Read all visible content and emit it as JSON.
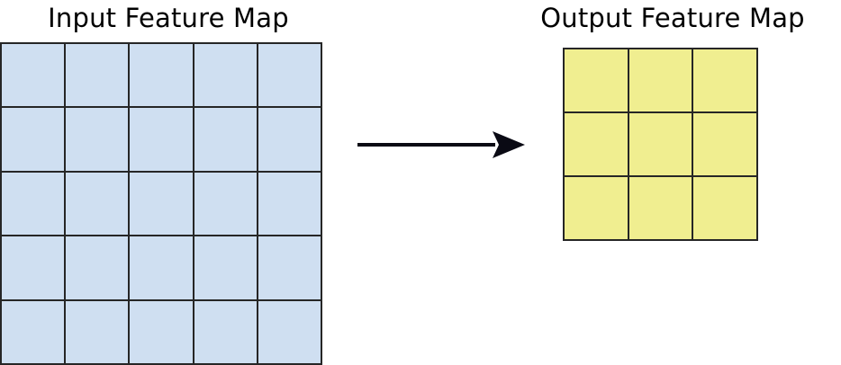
{
  "diagram": {
    "type": "feature-map-transformation",
    "background_color": "#ffffff",
    "input": {
      "title": "Input Feature Map",
      "rows": 5,
      "cols": 5,
      "cell_count": 25,
      "fill_color": "#cfdff1",
      "line_color": "#262626"
    },
    "output": {
      "title": "Output Feature Map",
      "rows": 3,
      "cols": 3,
      "cell_count": 9,
      "fill_color": "#f0ee90",
      "line_color": "#262626"
    },
    "arrow": {
      "label": "",
      "direction": "right",
      "color": "#0a0a14"
    }
  }
}
